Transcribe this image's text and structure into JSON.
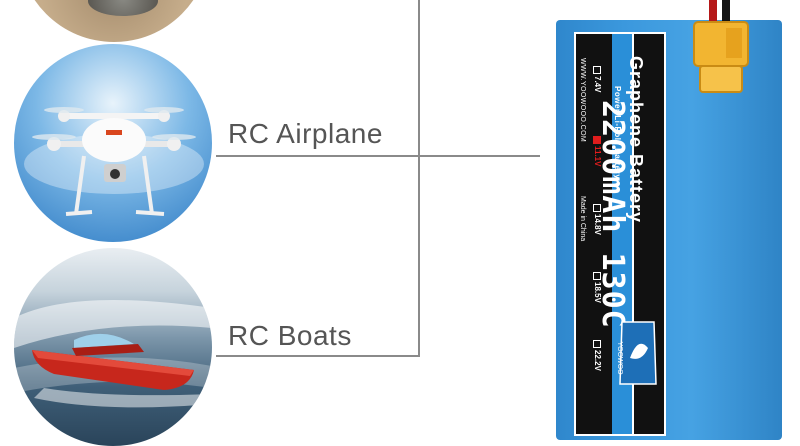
{
  "items": [
    {
      "label": "RC Airplane"
    },
    {
      "label": "RC Boats"
    }
  ],
  "battery": {
    "brand": "Graphene Battery",
    "powered": "Power Li-Poly Battery",
    "capacity": "2200mAh 130C",
    "website": "WWW.YOOWOOO.COM",
    "made_in": "Made in China",
    "voltages": [
      {
        "label": "7.4V",
        "active": false
      },
      {
        "label": "11.1V",
        "active": true
      },
      {
        "label": "14.8V",
        "active": false
      },
      {
        "label": "18.5V",
        "active": false
      },
      {
        "label": "22.2V",
        "active": false
      }
    ],
    "logo_text": "YOOWOO",
    "colors": {
      "body": "#3b98dd",
      "connector": "#f2b531",
      "wire_red": "#b51818",
      "wire_black": "#151515"
    }
  }
}
